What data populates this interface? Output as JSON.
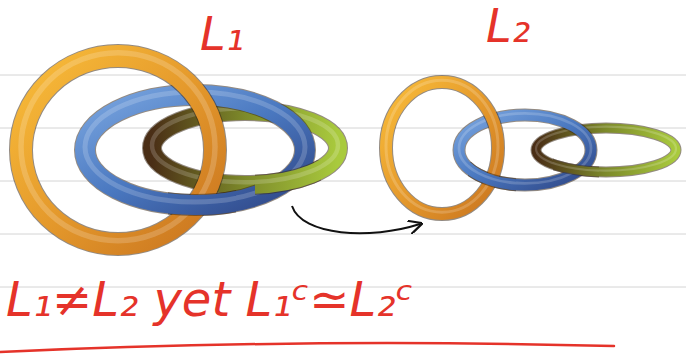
{
  "diagram": {
    "labels": [
      "L₁",
      "L₂",
      "L₁≠L₂ yet L₁ᶜ≃L₂ᶜ"
    ]
  }
}
